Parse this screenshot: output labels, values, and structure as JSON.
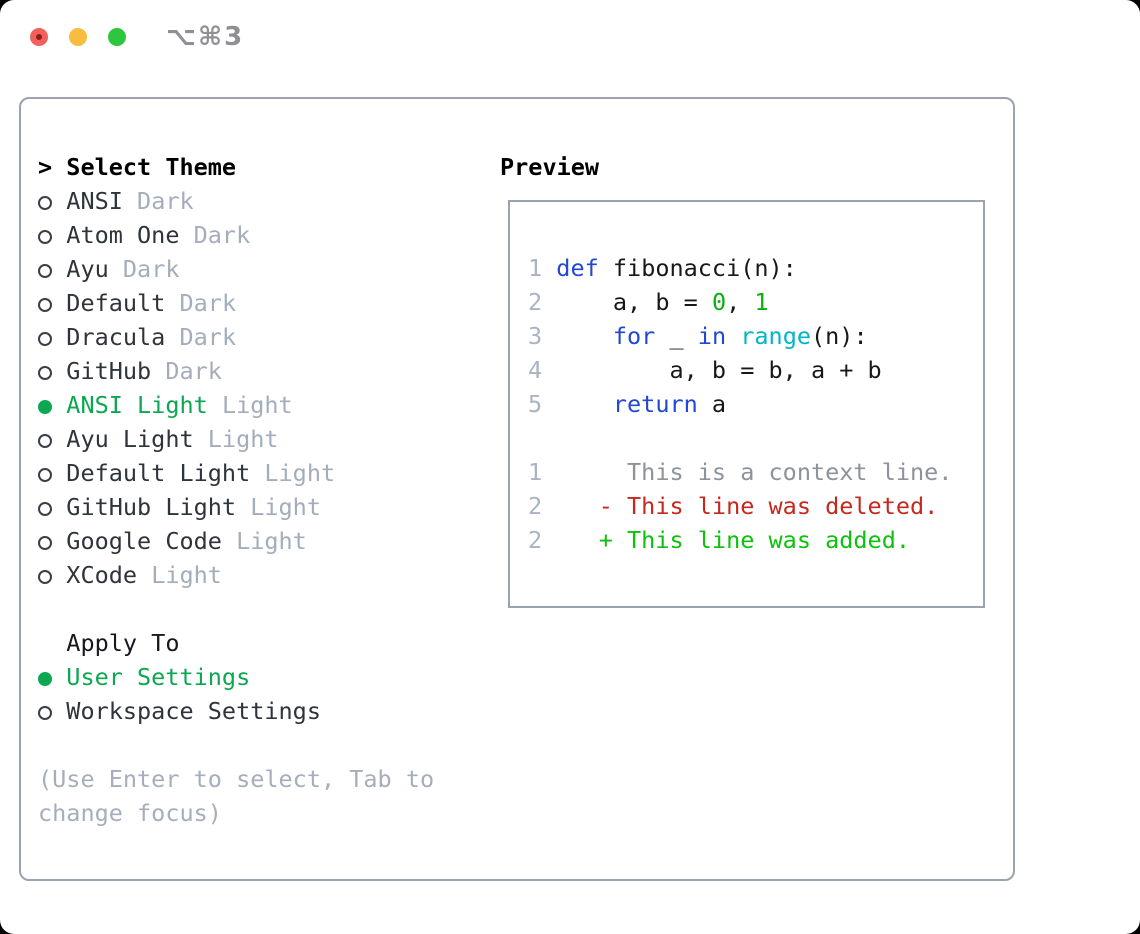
{
  "window": {
    "title": "⌥⌘3"
  },
  "traffic_lights": {
    "close_color": "#f1605a",
    "close_dot_color": "#8c1d18",
    "minimize_color": "#f8bd3e",
    "maximize_color": "#2dc63e"
  },
  "panel": {
    "select_theme_label": "Select Theme",
    "themes": [
      {
        "name": "ANSI",
        "variant": "Dark",
        "selected": false
      },
      {
        "name": "Atom One",
        "variant": "Dark",
        "selected": false
      },
      {
        "name": "Ayu",
        "variant": "Dark",
        "selected": false
      },
      {
        "name": "Default",
        "variant": "Dark",
        "selected": false
      },
      {
        "name": "Dracula",
        "variant": "Dark",
        "selected": false
      },
      {
        "name": "GitHub",
        "variant": "Dark",
        "selected": false
      },
      {
        "name": "ANSI Light",
        "variant": "Light",
        "selected": true
      },
      {
        "name": "Ayu Light",
        "variant": "Light",
        "selected": false
      },
      {
        "name": "Default Light",
        "variant": "Light",
        "selected": false
      },
      {
        "name": "GitHub Light",
        "variant": "Light",
        "selected": false
      },
      {
        "name": "Google Code",
        "variant": "Light",
        "selected": false
      },
      {
        "name": "XCode",
        "variant": "Light",
        "selected": false
      }
    ],
    "apply_to_label": "Apply To",
    "apply_options": [
      {
        "name": "User Settings",
        "selected": true
      },
      {
        "name": "Workspace Settings",
        "selected": false
      }
    ],
    "help_lines": [
      "(Use Enter to select, Tab to",
      "change focus)"
    ]
  },
  "preview": {
    "label": "Preview",
    "code_lines": [
      {
        "num": "1",
        "tokens": [
          {
            "t": "def",
            "c": "keyword"
          },
          {
            "t": " fibonacci(n):",
            "c": "text"
          }
        ]
      },
      {
        "num": "2",
        "tokens": [
          {
            "t": "    a, b = ",
            "c": "text"
          },
          {
            "t": "0",
            "c": "number"
          },
          {
            "t": ", ",
            "c": "text"
          },
          {
            "t": "1",
            "c": "number"
          }
        ]
      },
      {
        "num": "3",
        "tokens": [
          {
            "t": "    ",
            "c": "text"
          },
          {
            "t": "for",
            "c": "keyword"
          },
          {
            "t": " _ ",
            "c": "text"
          },
          {
            "t": "in",
            "c": "keyword"
          },
          {
            "t": " ",
            "c": "text"
          },
          {
            "t": "range",
            "c": "builtin"
          },
          {
            "t": "(n):",
            "c": "text"
          }
        ]
      },
      {
        "num": "4",
        "tokens": [
          {
            "t": "        a, b = b, a + b",
            "c": "text"
          }
        ]
      },
      {
        "num": "5",
        "tokens": [
          {
            "t": "    ",
            "c": "text"
          },
          {
            "t": "return",
            "c": "keyword"
          },
          {
            "t": " a",
            "c": "text"
          }
        ]
      }
    ],
    "diff_lines": [
      {
        "num": "1",
        "tokens": [
          {
            "t": "     This is a context line.",
            "c": "context"
          }
        ]
      },
      {
        "num": "2",
        "tokens": [
          {
            "t": "   - This line was deleted.",
            "c": "deleted"
          }
        ]
      },
      {
        "num": "2",
        "tokens": [
          {
            "t": "   + This line was added.",
            "c": "added"
          }
        ]
      }
    ]
  },
  "colors": {
    "keyword": "#2247d0",
    "builtin": "#00b5c8",
    "number": "#0ab00f",
    "text": "#16181d",
    "line_number": "#a9b3c2",
    "context": "#8d929b",
    "deleted": "#c5281c",
    "added": "#0cc20c",
    "selected_green": "#0ca750",
    "muted": "#a3adbb",
    "frame_border": "#9aa3af"
  }
}
